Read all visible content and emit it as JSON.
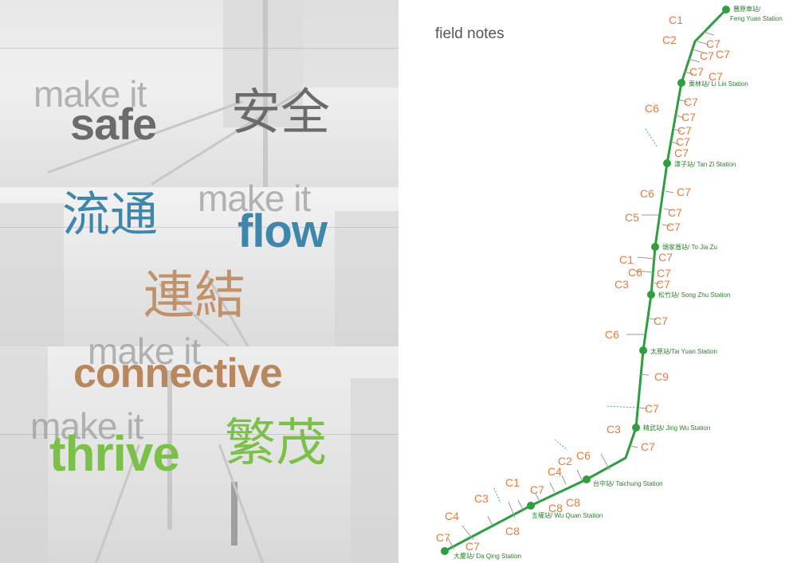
{
  "poster": {
    "make_it_1": "make it",
    "safe": "safe",
    "safe_cn": "安全",
    "make_it_2": "make it",
    "flow": "flow",
    "flow_cn": "流通",
    "connect_cn": "連結",
    "make_it_3": "make it",
    "connective": "connective",
    "make_it_4": "make it",
    "thrive": "thrive",
    "thrive_cn": "繁茂"
  },
  "map": {
    "title": "field notes",
    "route_color": "#2e9e3e",
    "label_color": "#e87a3a",
    "stations": [
      {
        "name": "豐原車站/",
        "sub": "Feng Yuan Station"
      },
      {
        "name": "栗林站/ Li Lin Station",
        "sub": ""
      },
      {
        "name": "潭子站/ Tan Zi Station",
        "sub": ""
      },
      {
        "name": "頭家厝站/ To Jia Zu",
        "sub": ""
      },
      {
        "name": "松竹站/ Song Zhu Station",
        "sub": ""
      },
      {
        "name": "太原站/Tai Yuan Station",
        "sub": ""
      },
      {
        "name": "精武站/ Jing Wu Station",
        "sub": ""
      },
      {
        "name": "台中站/ Taichung Station",
        "sub": ""
      },
      {
        "name": "五權站/ Wu Quan Station",
        "sub": ""
      },
      {
        "name": "大慶站/ Da Qing Station",
        "sub": ""
      }
    ],
    "codes": [
      "C1",
      "C2",
      "C7",
      "C7",
      "C7",
      "C7",
      "C7",
      "C6",
      "C7",
      "C7",
      "C7",
      "C7",
      "C7",
      "C6",
      "C7",
      "C5",
      "C7",
      "C7",
      "C1",
      "C7",
      "C6",
      "C7",
      "C3",
      "C7",
      "C7",
      "C6",
      "C9",
      "C7",
      "C3",
      "C7",
      "C6",
      "C2",
      "C4",
      "C1",
      "C7",
      "C8",
      "C8",
      "C3",
      "C8",
      "C4",
      "C7",
      "C7"
    ]
  }
}
